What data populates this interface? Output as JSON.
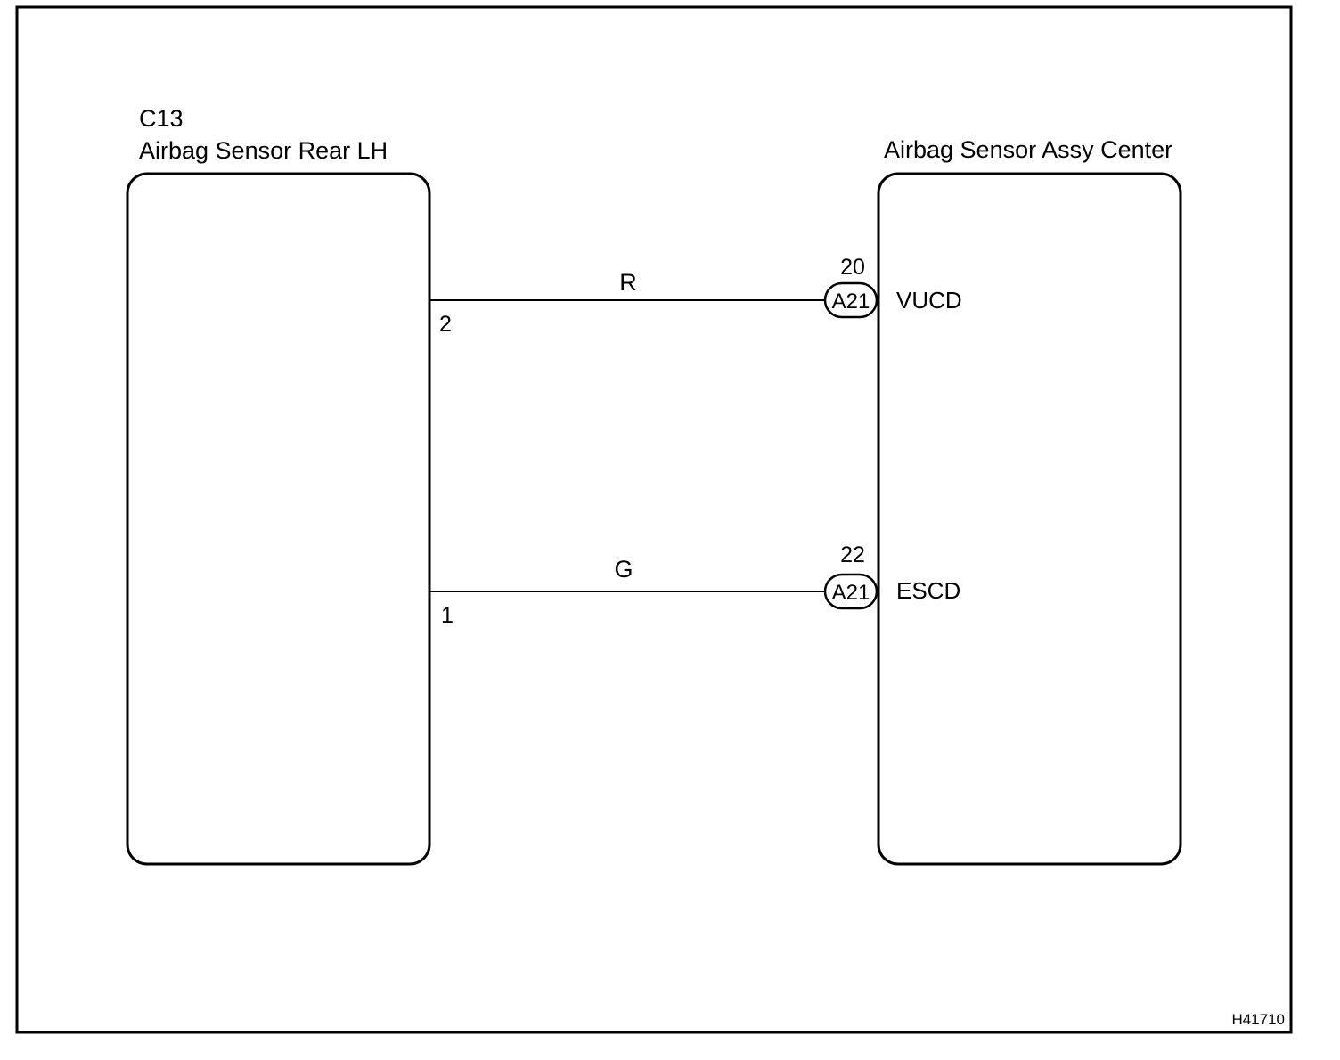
{
  "diagram": {
    "colors": {
      "line": "#000000",
      "background": "#ffffff"
    },
    "left_component": {
      "code": "C13",
      "name": "Airbag Sensor Rear LH"
    },
    "right_component": {
      "name": "Airbag Sensor Assy Center"
    },
    "wires": [
      {
        "color_code": "R",
        "left_pin": "2",
        "right_pin": "20",
        "connector": "A21",
        "signal": "VUCD"
      },
      {
        "color_code": "G",
        "left_pin": "1",
        "right_pin": "22",
        "connector": "A21",
        "signal": "ESCD"
      }
    ],
    "figure_id": "H41710"
  }
}
